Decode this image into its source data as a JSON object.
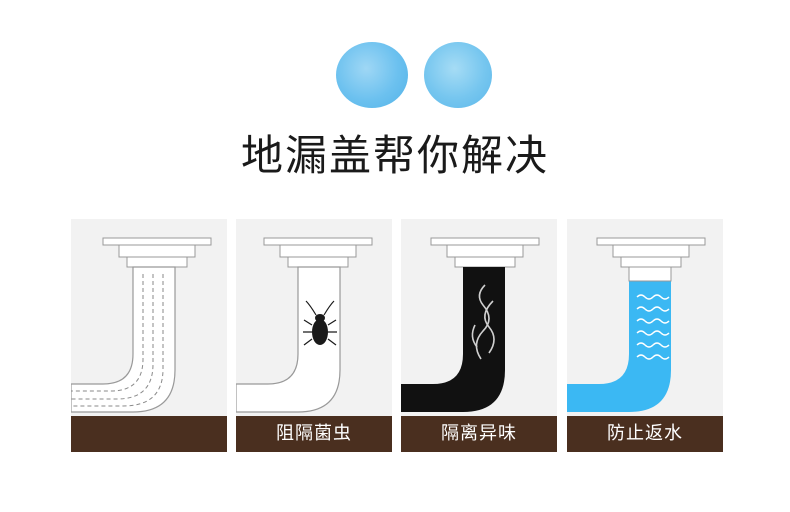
{
  "headline": "地漏盖帮你解决",
  "colors": {
    "caption_bg": "#4a2f1f",
    "water": "#3bb8f3",
    "smell_pipe": "#111111",
    "cover_blue": "#6cc1ef"
  },
  "icons": [
    "drain-cover-icon",
    "drain-cover-icon",
    "drain-pipe-icon",
    "cockroach-icon",
    "smoke-icon",
    "water-waves-icon"
  ],
  "panels": [
    {
      "caption": ""
    },
    {
      "caption": "阻隔菌虫"
    },
    {
      "caption": "隔离异味"
    },
    {
      "caption": "防止返水"
    }
  ]
}
